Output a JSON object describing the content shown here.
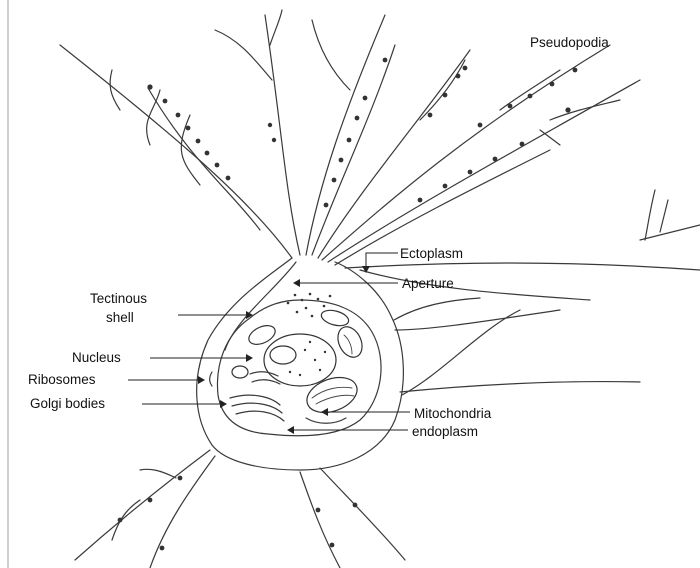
{
  "labels": {
    "pseudopodia": "Pseudopodia",
    "ectoplasm": "Ectoplasm",
    "aperture": "Aperture",
    "tectinous_line1": "Tectinous",
    "tectinous_line2": "shell",
    "nucleus": "Nucleus",
    "ribosomes": "Ribosomes",
    "golgi_bodies": "Golgi bodies",
    "mitochondria": "Mitochondria",
    "endoplasm": "endoplasm"
  }
}
